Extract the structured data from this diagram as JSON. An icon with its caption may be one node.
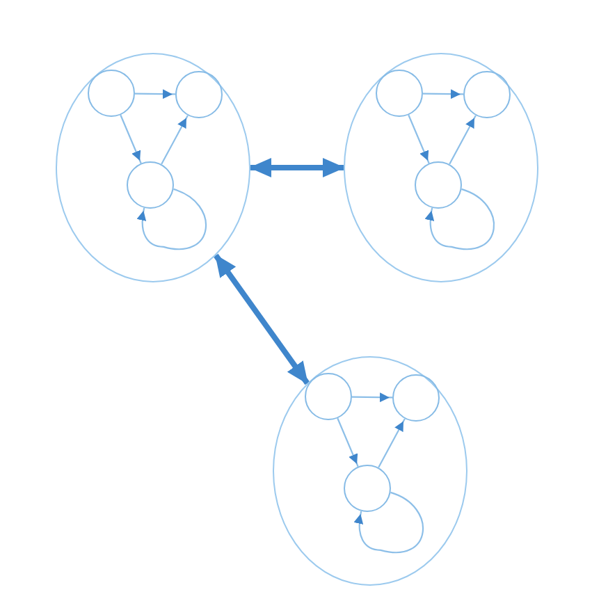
{
  "diagram": {
    "nodes": [
      {
        "text": [],
        "shape": "ellipse"
      },
      {
        "text": [],
        "shape": "circle",
        "in": 0
      },
      {
        "text": [],
        "shape": "circle",
        "in": 0
      },
      {
        "text": [],
        "shape": "circle",
        "in": 0
      },
      {
        "text": [],
        "shape": "ellipse"
      },
      {
        "text": [],
        "shape": "circle",
        "in": 4
      },
      {
        "text": [],
        "shape": "circle",
        "in": 4
      },
      {
        "text": [],
        "shape": "circle",
        "in": 4
      },
      {
        "text": [],
        "shape": "ellipse"
      },
      {
        "text": [],
        "shape": "circle",
        "in": 8
      },
      {
        "text": [],
        "shape": "circle",
        "in": 8
      },
      {
        "text": [],
        "shape": "circle",
        "in": 8
      }
    ],
    "edges": [
      {
        "from": 0,
        "to": 4,
        "arrow": "both",
        "style": "thick"
      },
      {
        "from": 0,
        "to": 8,
        "arrow": "both",
        "style": "thick"
      },
      {
        "from": 1,
        "to": 2,
        "arrow": "to"
      },
      {
        "from": 1,
        "to": 3,
        "arrow": "to"
      },
      {
        "from": 3,
        "to": 2,
        "arrow": "to"
      },
      {
        "from": 3,
        "to": 3,
        "arrow": "to"
      },
      {
        "from": 5,
        "to": 6,
        "arrow": "to"
      },
      {
        "from": 5,
        "to": 7,
        "arrow": "to"
      },
      {
        "from": 7,
        "to": 6,
        "arrow": "to"
      },
      {
        "from": 7,
        "to": 7,
        "arrow": "to"
      },
      {
        "from": 9,
        "to": 10,
        "arrow": "to"
      },
      {
        "from": 9,
        "to": 11,
        "arrow": "to"
      },
      {
        "from": 11,
        "to": 10,
        "arrow": "to"
      },
      {
        "from": 11,
        "to": 11,
        "arrow": "to"
      }
    ]
  }
}
